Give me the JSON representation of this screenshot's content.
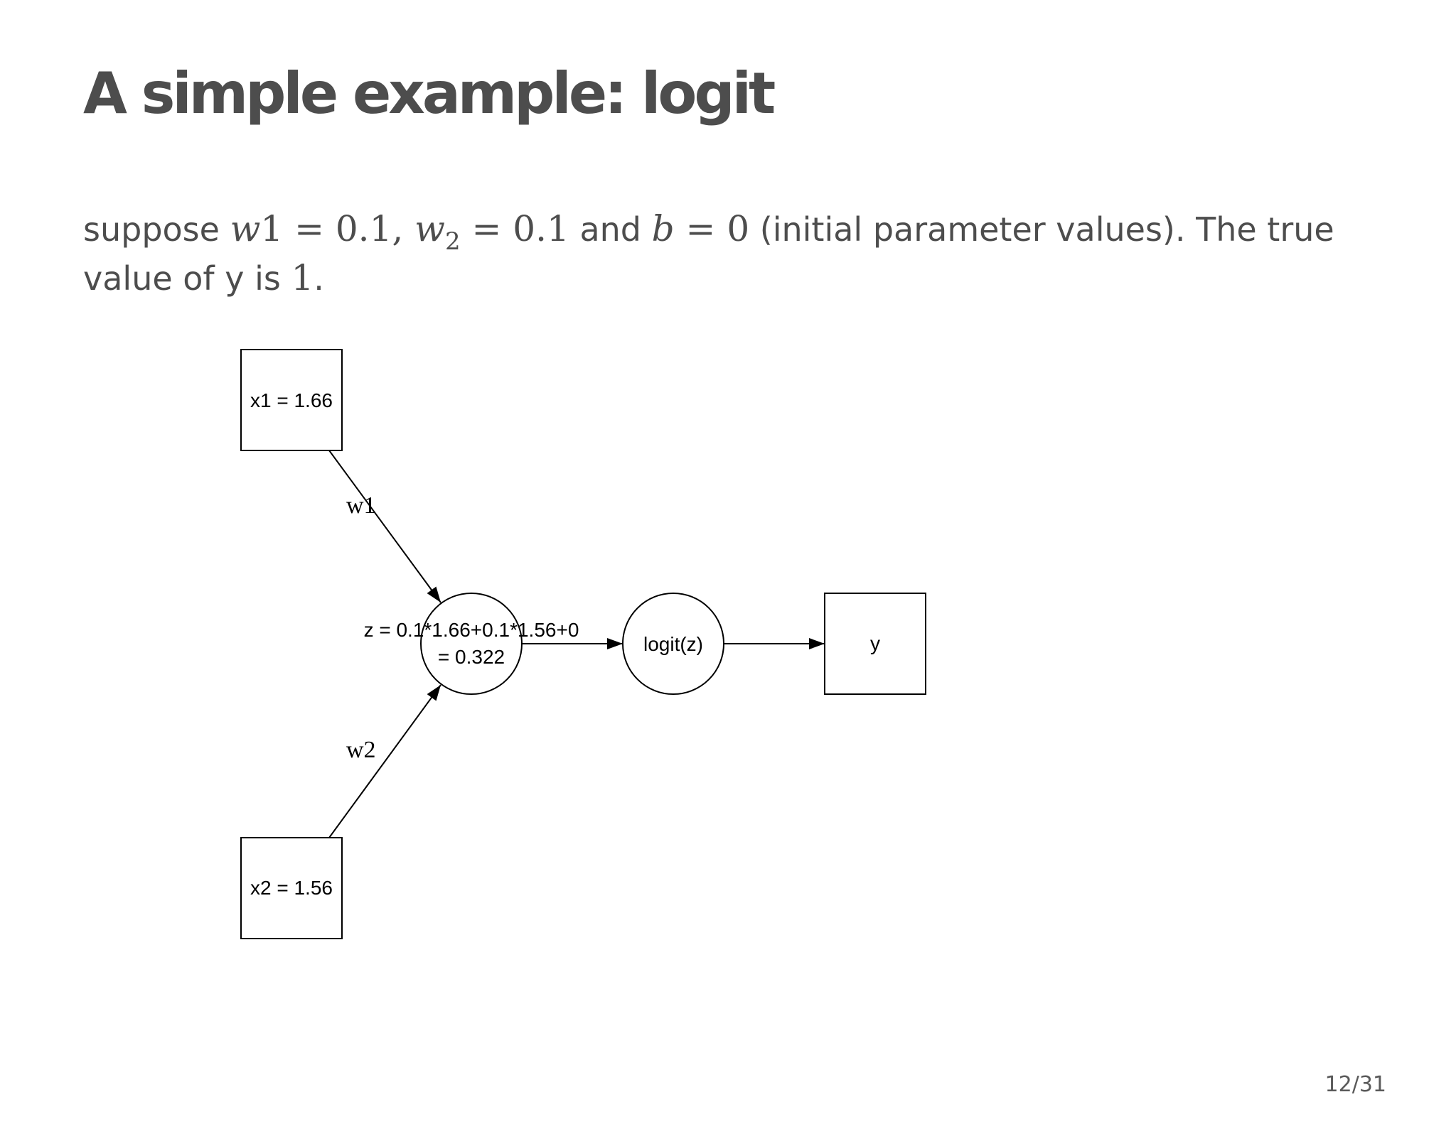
{
  "slide": {
    "title": "A simple example: logit",
    "text": {
      "t1": "suppose ",
      "m1": "w",
      "m2": "1 = 0.1, ",
      "m3": "w",
      "m4": "2",
      "m5": " = 0.1",
      "t2": " and ",
      "m6": "b",
      "m7": " = 0",
      "t3": " (initial parameter values). The true value of y is ",
      "m8": "1",
      "t4": "."
    },
    "page_number": "12/31"
  },
  "diagram": {
    "nodes": {
      "x1": "x1 = 1.66",
      "x2": "x2 = 1.56",
      "z_line1": "z = 0.1*1.66+0.1*1.56+0",
      "z_line2": "= 0.322",
      "logit": "logit(z)",
      "y": "y"
    },
    "edges": {
      "w1": "w1",
      "w2": "w2"
    }
  }
}
